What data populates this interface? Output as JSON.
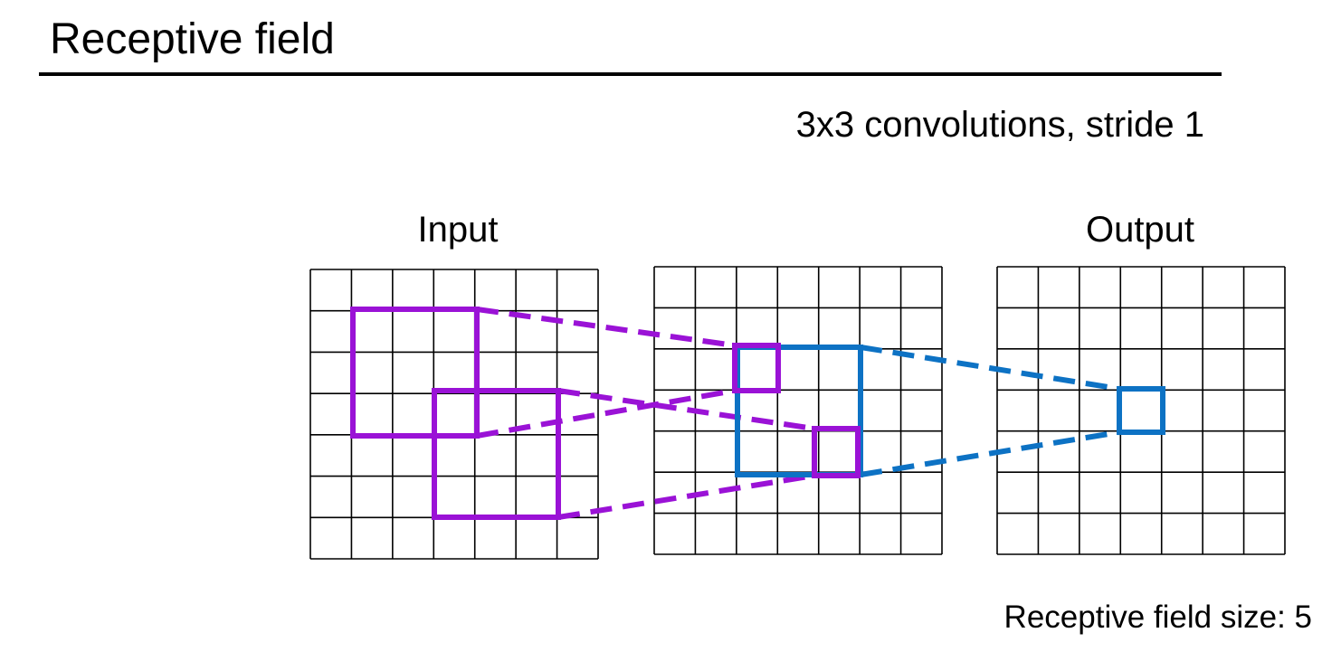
{
  "slide": {
    "title": "Receptive field",
    "subtitle": "3x3 convolutions, stride 1",
    "footnote": "Receptive field size: 5"
  },
  "grids": {
    "input_label": "Input",
    "output_label": "Output",
    "rows": 7,
    "cols": 7
  },
  "kernel_size": 3,
  "stride": 1,
  "receptive_field_size": 5,
  "colors": {
    "input_window": "#9a12d6",
    "intermediate_window": "#0d72c4",
    "grid_line": "#000000"
  }
}
